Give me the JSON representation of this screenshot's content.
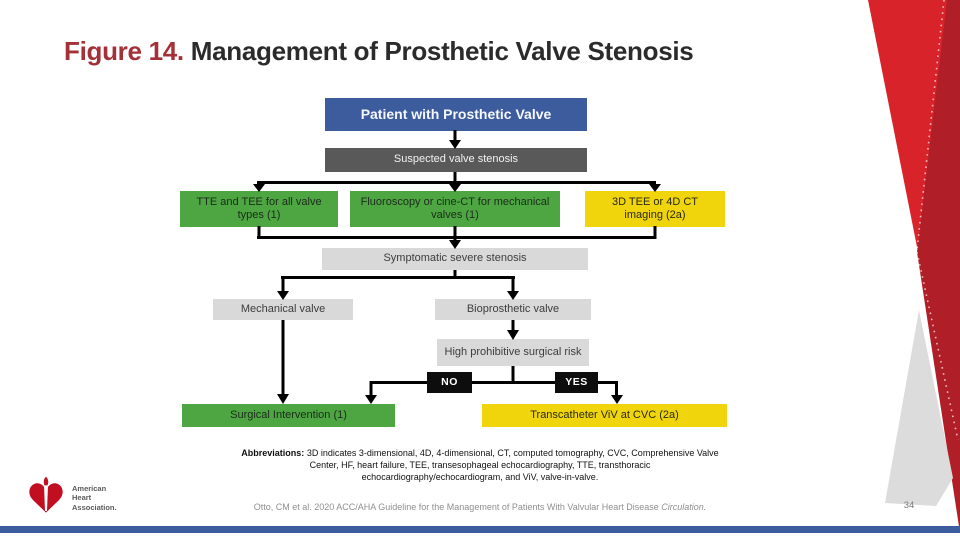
{
  "slide": {
    "title": {
      "figure_label": "Figure 14.",
      "title_text": "Management of Prosthetic Valve Stenosis"
    },
    "page_number": "34",
    "citation": {
      "text": "Otto, CM et al. 2020 ACC/AHA Guideline for the Management of Patients With Valvular Heart Disease",
      "journal": "Circulation."
    },
    "abbreviations": {
      "label": "Abbreviations:",
      "line1": "3D indicates 3-dimensional, 4D, 4-dimensional, CT, computed tomography, CVC, Comprehensive Valve",
      "line2": "Center, HF, heart failure, TEE, transesophageal echocardiography, TTE, transthoracic",
      "line3": "echocardiography/echocardiogram, and ViV, valve-in-valve."
    },
    "logo": {
      "line1": "American",
      "line2": "Heart",
      "line3": "Association."
    }
  },
  "flowchart": {
    "nodes": {
      "patient": {
        "label": "Patient with Prosthetic Valve"
      },
      "suspected": {
        "label": "Suspected valve stenosis"
      },
      "tte": {
        "label": "TTE and TEE for all valve types (1)"
      },
      "fluoro": {
        "label": "Fluoroscopy or cine-CT for mechanical valves (1)"
      },
      "tee3d": {
        "label": "3D TEE or 4D CT imaging (2a)"
      },
      "symptomatic": {
        "label": "Symptomatic severe stenosis"
      },
      "mechanical": {
        "label": "Mechanical valve"
      },
      "bioprosthetic": {
        "label": "Bioprosthetic valve"
      },
      "highrisk": {
        "label": "High prohibitive surgical risk"
      },
      "no": {
        "label": "NO"
      },
      "yes": {
        "label": "YES"
      },
      "surgical": {
        "label": "Surgical Intervention (1)"
      },
      "transcatheter": {
        "label": "Transcatheter ViV at CVC (2a)"
      }
    },
    "colors": {
      "blue": "#3D5C9D",
      "dark_gray": "#595959",
      "light_gray": "#D9D9D9",
      "green": "#4DA641",
      "yellow": "#F0D40C",
      "black_box": "#0D0D0D",
      "title_red": "#A43038",
      "ribbon_red": "#D8232A",
      "ribbon_dark_red": "#B01F27",
      "ribbon_gray": "#DCDCDC",
      "aha_logo_red": "#C10E21",
      "bottom_bar_blue": "#3D5C9D"
    }
  }
}
